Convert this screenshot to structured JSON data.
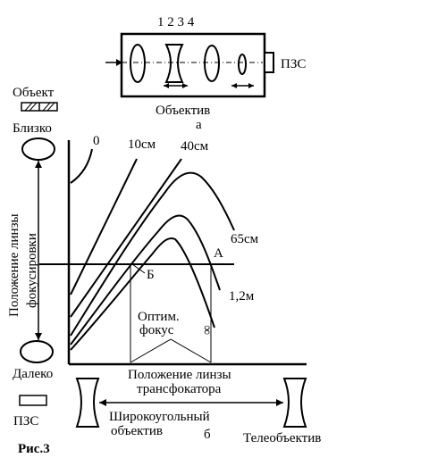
{
  "figure": {
    "caption": "Рис.3",
    "part_a": "а",
    "part_b": "б"
  },
  "lens_system": {
    "element_numbers": "1 2 3 4",
    "sensor": "ПЗС",
    "objective": "Объектив"
  },
  "left_scale": {
    "object": "Объект",
    "near": "Близко",
    "far": "Далеко",
    "sensor": "ПЗС",
    "axis_label_line1": "Положение линзы",
    "axis_label_line2": "фокусировки"
  },
  "graph": {
    "curve_labels": [
      "0",
      "10см",
      "40см",
      "65см",
      "1,2м",
      "∞"
    ],
    "point_a": "А",
    "point_b": "Б",
    "optimal_focus_line1": "Оптим.",
    "optimal_focus_line2": "фокус",
    "x_axis_line1": "Положение линзы",
    "x_axis_line2": "трансфокатора"
  },
  "zoom_range": {
    "wide_line1": "Широкоугольный",
    "wide_line2": "объектив",
    "tele": "Телеобъектив"
  }
}
